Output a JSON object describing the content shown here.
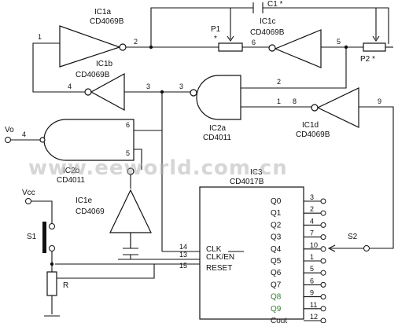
{
  "watermark": "www.eeworld.com.cn",
  "ic1a": {
    "name": "IC1a",
    "part": "CD4069B",
    "pin_in": "1",
    "pin_out": "2"
  },
  "ic1b": {
    "name": "IC1b",
    "part": "CD4069B",
    "pin_in": "3",
    "pin_out": "4"
  },
  "ic1c": {
    "name": "IC1c",
    "part": "CD4069B",
    "pin_in": "5",
    "pin_out": "6"
  },
  "ic1d": {
    "name": "IC1d",
    "part": "CD4069B",
    "pin_in": "9",
    "pin_out": "8"
  },
  "ic1e": {
    "name": "IC1e",
    "part": "CD4069"
  },
  "ic2a": {
    "name": "IC2a",
    "part": "CD4011",
    "pin_in1": "2",
    "pin_in2": "1",
    "pin_out": "3"
  },
  "ic2b": {
    "name": "IC2b",
    "part": "CD4011",
    "pin_in1": "6",
    "pin_in2": "5",
    "pin_out": "4"
  },
  "ic3": {
    "name": "IC3",
    "part": "CD4017B",
    "inputs": [
      {
        "label": "CLK",
        "pin": "14"
      },
      {
        "label": "CLK/EN",
        "pin": "13"
      },
      {
        "label": "RESET",
        "pin": "15"
      }
    ],
    "outputs": [
      {
        "label": "Q0",
        "pin": "3"
      },
      {
        "label": "Q1",
        "pin": "2"
      },
      {
        "label": "Q2",
        "pin": "4"
      },
      {
        "label": "Q3",
        "pin": "7"
      },
      {
        "label": "Q4",
        "pin": "10"
      },
      {
        "label": "Q5",
        "pin": "1"
      },
      {
        "label": "Q6",
        "pin": "5"
      },
      {
        "label": "Q7",
        "pin": "6"
      },
      {
        "label": "Q8",
        "pin": "9"
      },
      {
        "label": "Q9",
        "pin": "11"
      },
      {
        "label": "Cout",
        "pin": "12"
      }
    ]
  },
  "components": {
    "c1": "C1 *",
    "p1": "P1",
    "p1_mark": "*",
    "p2": "P2 *",
    "s1": "S1",
    "s2": "S2",
    "r": "R",
    "vcc": "Vcc",
    "vo": "Vo"
  }
}
